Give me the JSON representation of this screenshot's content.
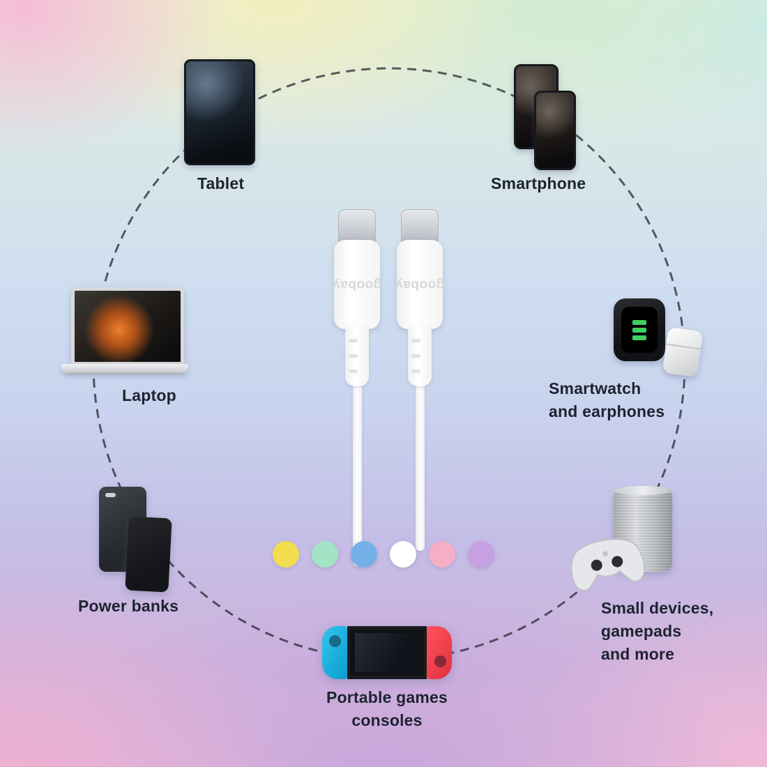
{
  "brand": {
    "logo_text": "goobay"
  },
  "devices": {
    "tablet": {
      "label": "Tablet"
    },
    "smartphone": {
      "label": "Smartphone"
    },
    "smartwatch": {
      "lines": [
        "Smartwatch",
        "and earphones"
      ]
    },
    "small_devices": {
      "lines": [
        "Small devices,",
        "gamepads",
        "and more"
      ]
    },
    "console": {
      "lines": [
        "Portable games",
        "consoles"
      ]
    },
    "power_banks": {
      "label": "Power banks"
    },
    "laptop": {
      "label": "Laptop"
    }
  },
  "color_dots": [
    "#f1dd4e",
    "#a3e4c6",
    "#74b0e8",
    "#ffffff",
    "#f5aec6",
    "#c79fe3"
  ],
  "colors": {
    "circle_stroke": "#3f434c",
    "label_text": "#1c2330",
    "joycon_blue": "#1fb9e8",
    "joycon_red": "#ff4554",
    "watch_indicator": "#3ecf5e"
  }
}
